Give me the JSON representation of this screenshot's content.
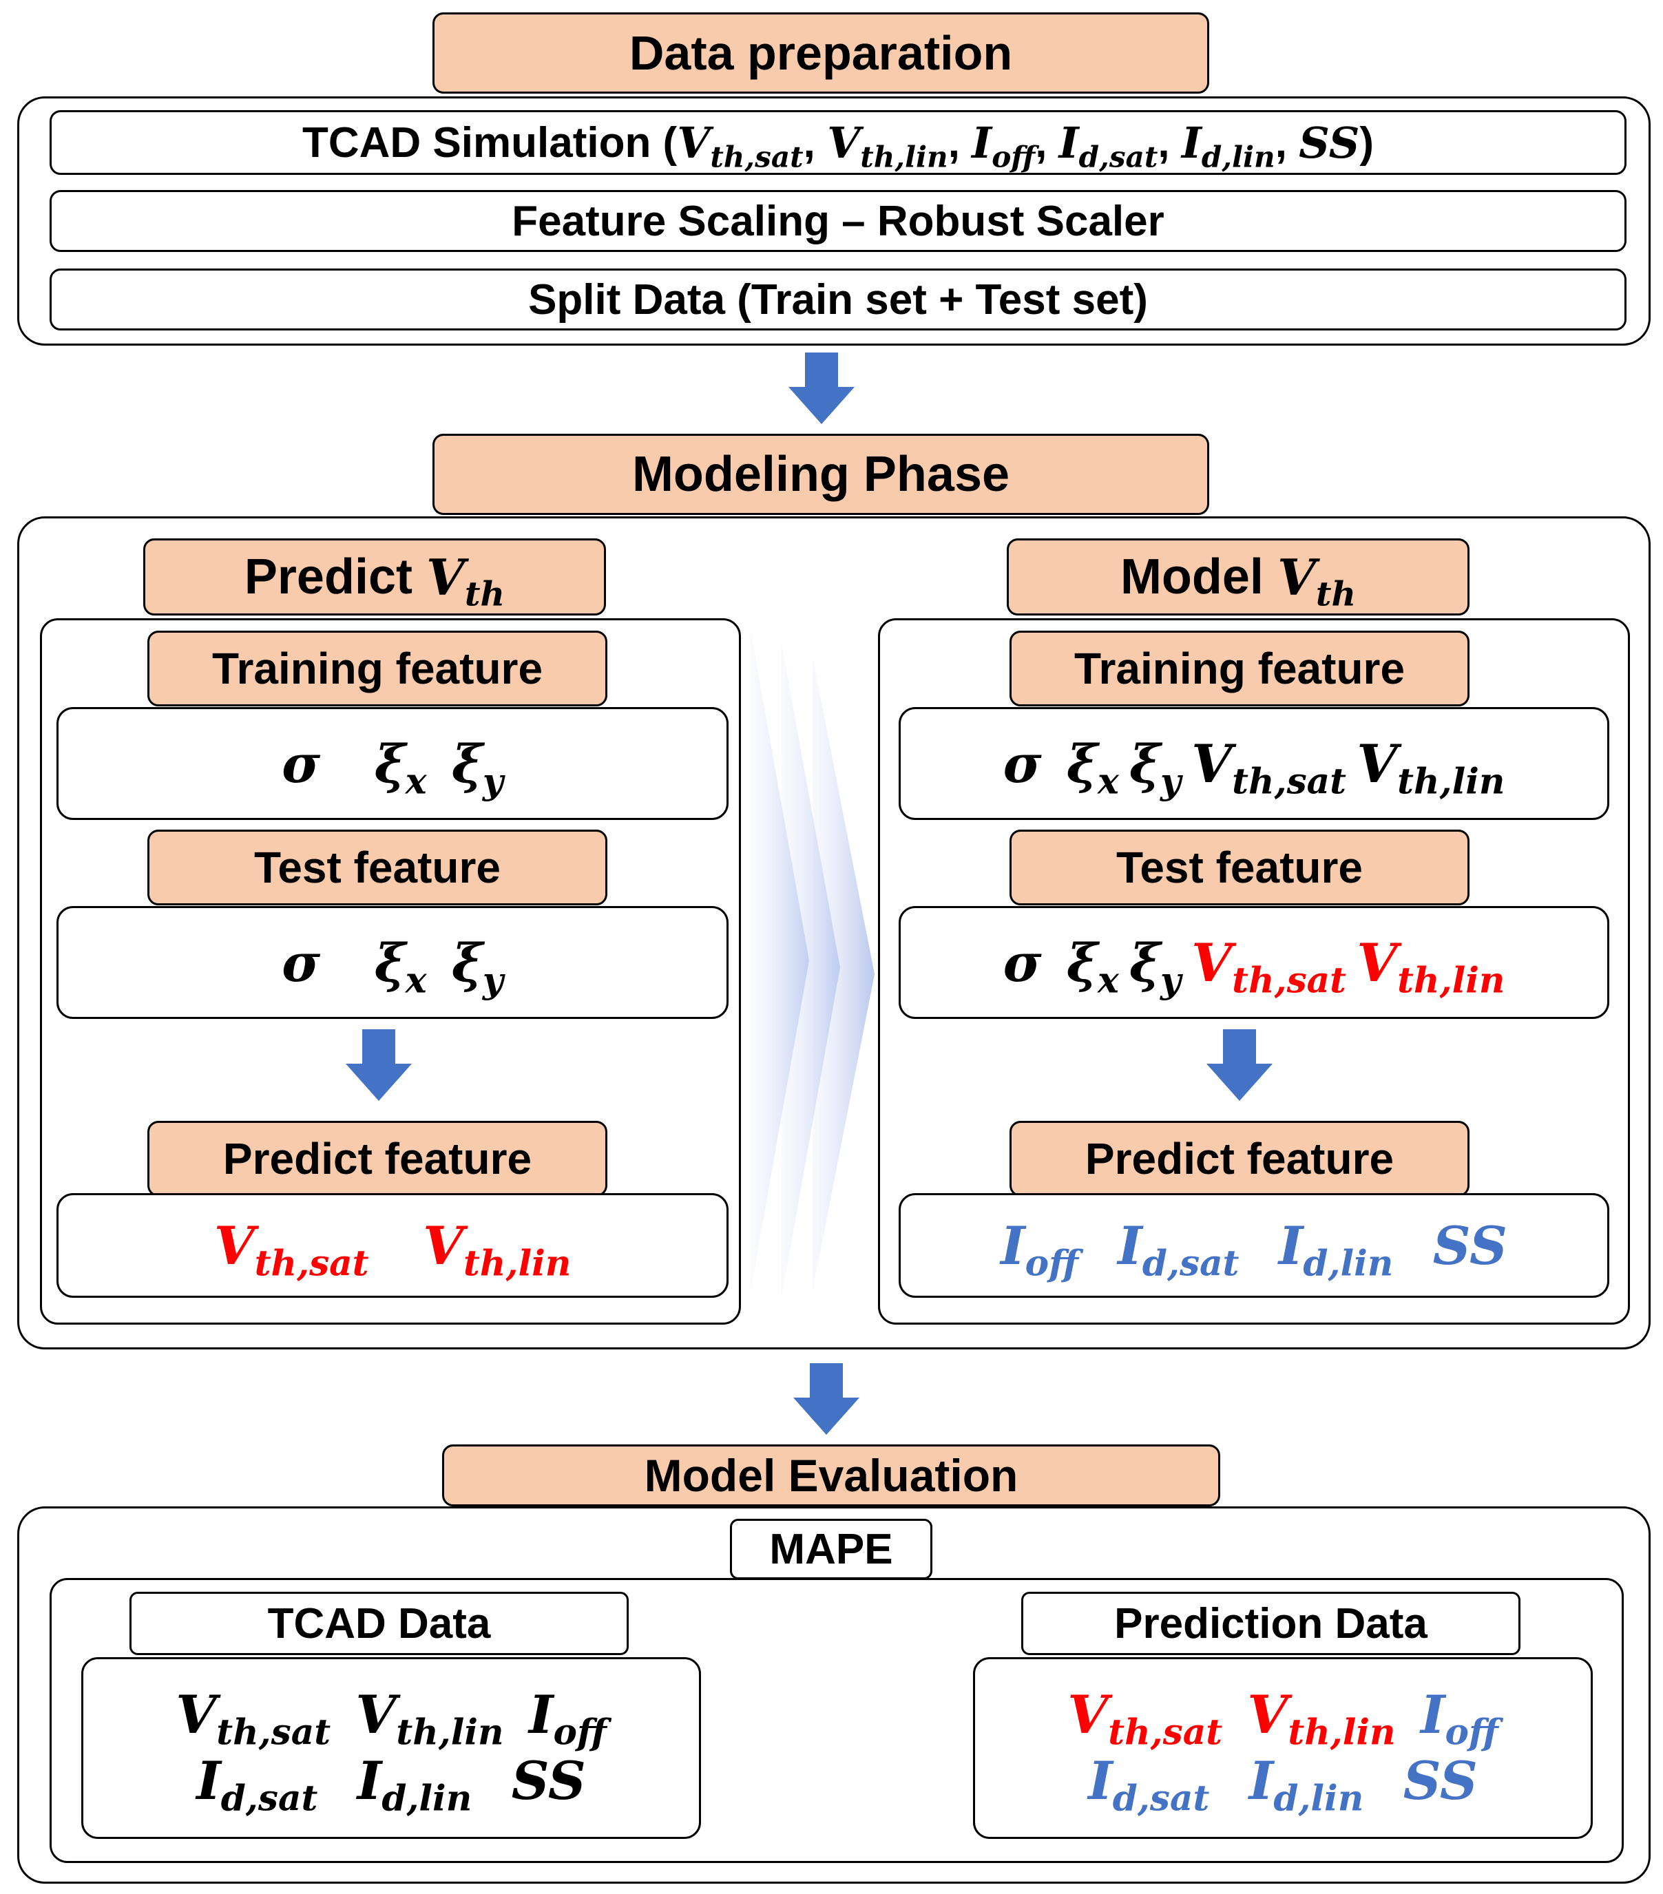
{
  "colors": {
    "header_fill": "#f8cbad",
    "arrow": "#4472c4",
    "red": "#ff0000",
    "blue": "#4472c4"
  },
  "prep": {
    "title": "Data preparation",
    "tcad_prefix": "TCAD Simulation (",
    "tcad_suffix": ")",
    "scaling": "Feature Scaling – Robust Scaler",
    "split": "Split Data (Train set + Test set)"
  },
  "modeling": {
    "title": "Modeling Phase",
    "left": {
      "title_word": "Predict",
      "training_label": "Training feature",
      "test_label": "Test feature",
      "predict_label": "Predict feature"
    },
    "right": {
      "title_word": "Model",
      "training_label": "Training feature",
      "test_label": "Test feature",
      "predict_label": "Predict feature"
    }
  },
  "evaluation": {
    "title": "Model Evaluation",
    "metric": "MAPE",
    "tcad_label": "TCAD Data",
    "pred_label": "Prediction Data"
  },
  "symbols": {
    "V": "V",
    "I": "I",
    "SS": "SS",
    "sigma": "σ",
    "xi": "ξ",
    "comma": ",",
    "th": "th",
    "th_sat": "th,sat",
    "th_lin": "th,lin",
    "off": "off",
    "d_sat": "d,sat",
    "d_lin": "d,lin",
    "x": "x",
    "y": "y"
  },
  "icons": [
    "down-arrow-icon",
    "chevron-arrow-icon"
  ]
}
